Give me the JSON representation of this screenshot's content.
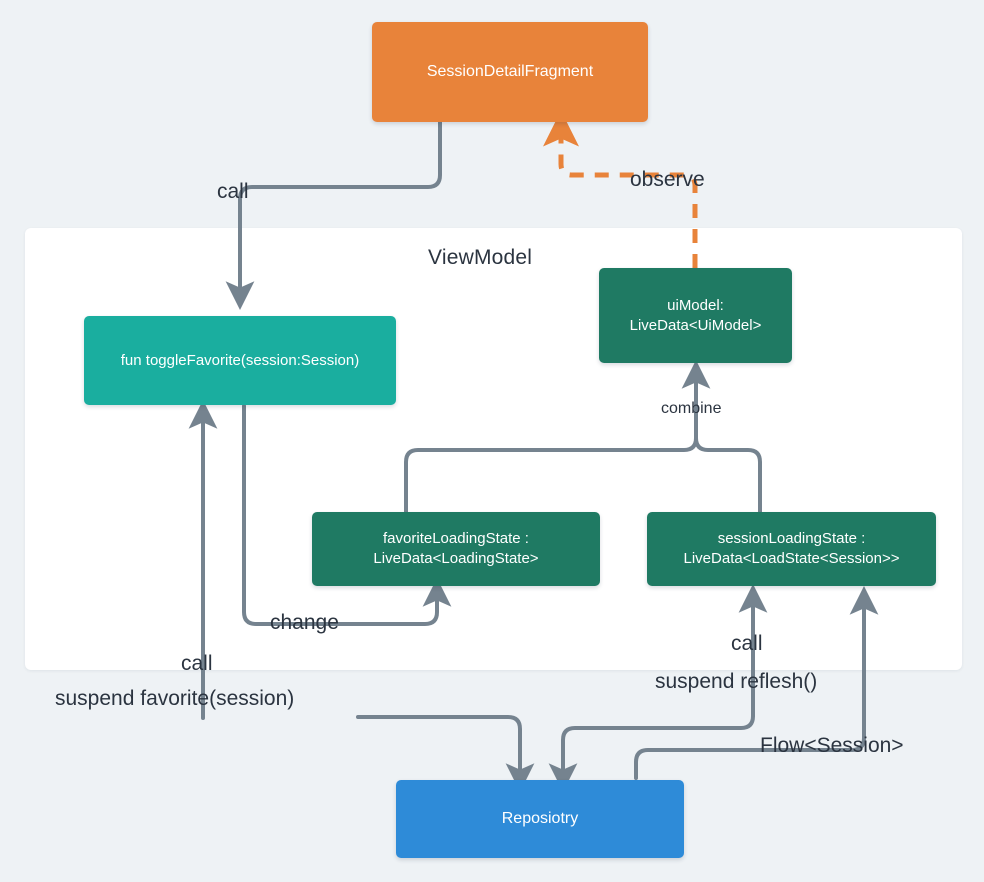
{
  "diagram": {
    "title": "",
    "background_color": "#eef2f5",
    "panel": {
      "label": "ViewModel"
    },
    "nodes": {
      "fragment": {
        "label": "SessionDetailFragment",
        "color": "#e8833a"
      },
      "toggle_favorite": {
        "label": "fun toggleFavorite(session:Session)",
        "color": "#1aae9f"
      },
      "ui_model": {
        "label": "uiModel:\nLiveData<UiModel>",
        "color": "#1f7a63"
      },
      "favorite_loading_state": {
        "label": "favoriteLoadingState :\nLiveData<LoadingState>",
        "color": "#1f7a63"
      },
      "session_loading_state": {
        "label": "sessionLoadingState :\nLiveData<LoadState<Session>>",
        "color": "#1f7a63"
      },
      "repository": {
        "label": "Reposiotry",
        "color": "#2e8bd8"
      }
    },
    "edges": {
      "call_fragment_to_toggle": "call",
      "observe_uimodel_to_fragment": "observe",
      "combine_states_to_uimodel": "combine",
      "change_toggle_to_favorite_state": "change",
      "call_repo_to_toggle": "call",
      "suspend_favorite": "suspend favorite(session)",
      "call_repo_to_session_state": "call",
      "suspend_reflesh": "suspend reflesh()",
      "flow_session": "Flow<Session>"
    },
    "colors": {
      "arrow": "#75838f",
      "observe_arrow": "#e8833a",
      "text": "#2b3440",
      "panel": "#ffffff"
    }
  }
}
